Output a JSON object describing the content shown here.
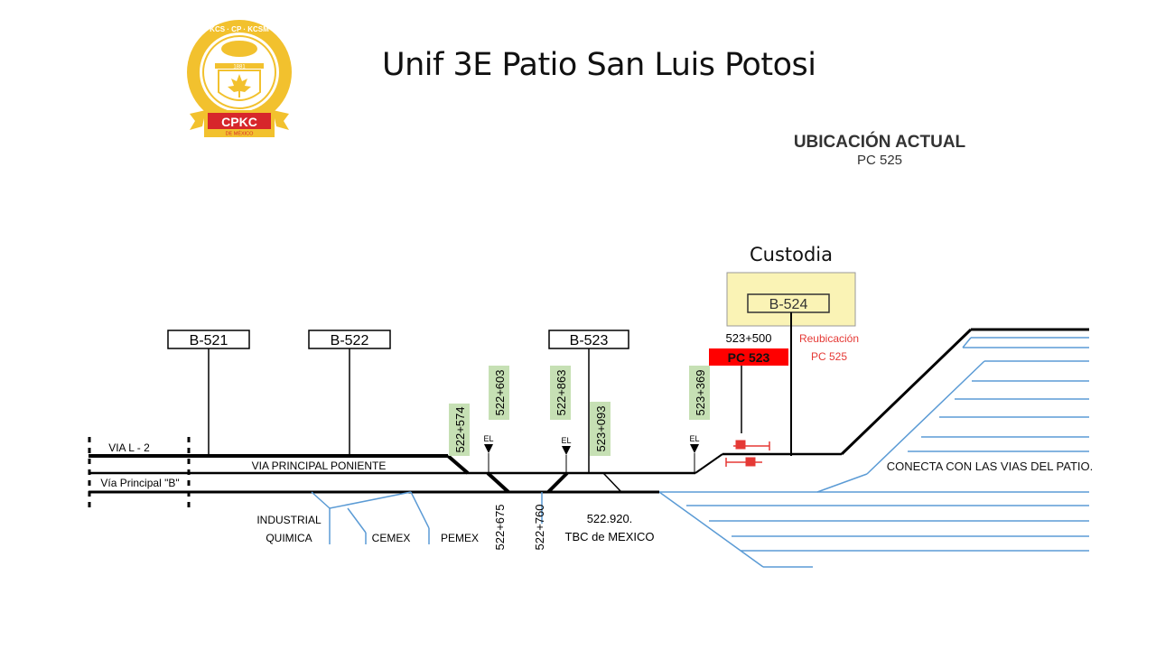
{
  "page": {
    "title": "Unif 3E Patio San Luis Potosi"
  },
  "logo": {
    "top_arc": "KCS · CP · KCSM",
    "year": "1881",
    "brand": "CPKC",
    "sub": "DE MÉXICO",
    "colors": {
      "gold": "#F2C12E",
      "red": "#D7262B"
    }
  },
  "ubicacion": {
    "heading": "UBICACIÓN ACTUAL",
    "value": "PC 525"
  },
  "custodia": {
    "label": "Custodia",
    "box": "B-524",
    "highlight_color": "#FAF3B5"
  },
  "blocks": {
    "b521": "B-521",
    "b522": "B-522",
    "b523": "B-523"
  },
  "pc523": {
    "km": "523+500",
    "label": "PC 523",
    "color": "#FF0000"
  },
  "reubicacion": {
    "line1": "Reubicación",
    "line2": "PC 525"
  },
  "km_tags": {
    "k522_574": "522+574",
    "k522_603": "522+603",
    "k522_863": "522+863",
    "k523_093": "523+093",
    "k523_369": "523+369",
    "color": "#C6E0B4"
  },
  "km_plain": {
    "k522_675": "522+675",
    "k522_760": "522+760"
  },
  "el_markers": {
    "el1": "EL",
    "el2": "EL",
    "el3": "EL"
  },
  "track_labels": {
    "via_l2": "VIA L - 2",
    "via_principal_poniente": "VIA PRINCIPAL PONIENTE",
    "via_principal_b": "Vía Principal \"B\"",
    "conecta": "CONECTA CON LAS VIAS DEL PATIO."
  },
  "industries": {
    "industrial": "INDUSTRIAL",
    "quimica": "QUIMICA",
    "cemex": "CEMEX",
    "pemex": "PEMEX",
    "tbc_km": "522.920.",
    "tbc": "TBC de MEXICO"
  },
  "colors": {
    "yard_lines": "#5B9BD5",
    "track": "#000000"
  }
}
